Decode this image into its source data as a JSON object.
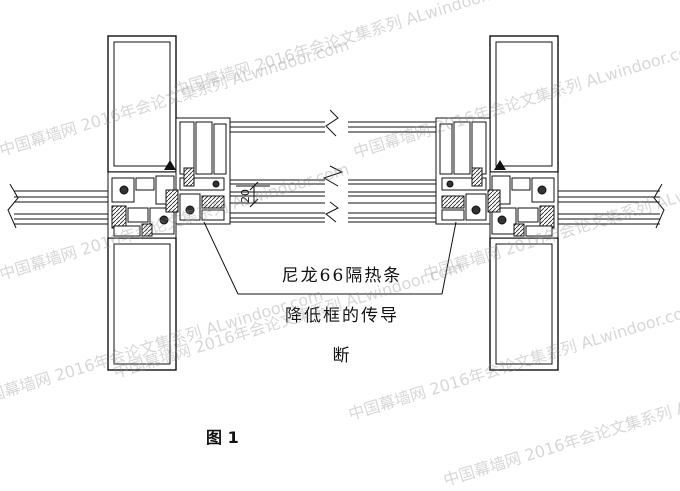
{
  "figure": {
    "caption": "图 1",
    "callout_lines": [
      "尼龙66隔热条",
      "降低框的传导",
      "断"
    ],
    "dimension_label": "20"
  },
  "watermark": {
    "text": "中国幕墙网 2016年会论文集系列 ALwindoor.com"
  }
}
